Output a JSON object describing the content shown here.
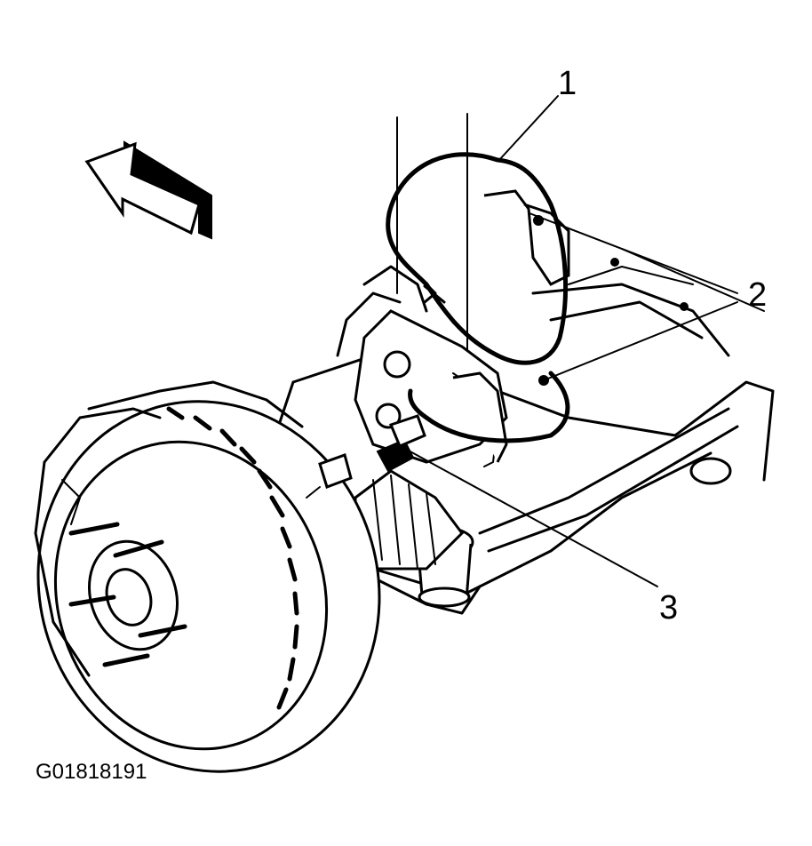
{
  "figure": {
    "code": "G01818191",
    "callouts": [
      {
        "number": "1"
      },
      {
        "number": "2"
      },
      {
        "number": "3"
      }
    ]
  }
}
